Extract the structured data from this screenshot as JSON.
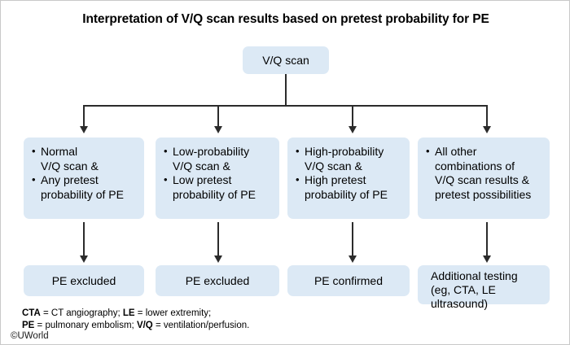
{
  "figure": {
    "title": "Interpretation of V/Q scan results based on pretest probability for PE",
    "accent_box_color": "#dce9f5",
    "connector_color": "#2b2b2b",
    "copyright": "©UWorld"
  },
  "root": {
    "label": "V/Q scan"
  },
  "criteria": [
    {
      "id": "normal-scan",
      "bullets": [
        [
          "Normal",
          "V/Q scan &"
        ],
        [
          "Any pretest",
          "probability of PE"
        ]
      ]
    },
    {
      "id": "low-probability",
      "bullets": [
        [
          "Low-probability",
          "V/Q scan &"
        ],
        [
          "Low pretest",
          "probability of PE"
        ]
      ]
    },
    {
      "id": "high-probability",
      "bullets": [
        [
          "High-probability",
          "V/Q scan &"
        ],
        [
          "High pretest",
          "probability of PE"
        ]
      ]
    },
    {
      "id": "all-other",
      "bullets": [
        [
          "All other",
          "combinations of",
          "V/Q scan results &",
          "pretest possibilities"
        ]
      ]
    }
  ],
  "results": [
    {
      "id": "pe-excluded-1",
      "lines": [
        "PE excluded"
      ]
    },
    {
      "id": "pe-excluded-2",
      "lines": [
        "PE excluded"
      ]
    },
    {
      "id": "pe-confirmed",
      "lines": [
        "PE confirmed"
      ]
    },
    {
      "id": "additional-testing",
      "lines": [
        "Additional testing",
        "(eg, CTA, LE",
        "ultrasound)"
      ]
    }
  ],
  "footnote": {
    "line1": [
      {
        "abbr": "CTA",
        "text": " = CT angiography; "
      },
      {
        "abbr": "LE",
        "text": " = lower extremity;"
      }
    ],
    "line2": [
      {
        "abbr": "PE",
        "text": " = pulmonary embolism; "
      },
      {
        "abbr": "V/Q",
        "text": " = ventilation/perfusion."
      }
    ]
  }
}
